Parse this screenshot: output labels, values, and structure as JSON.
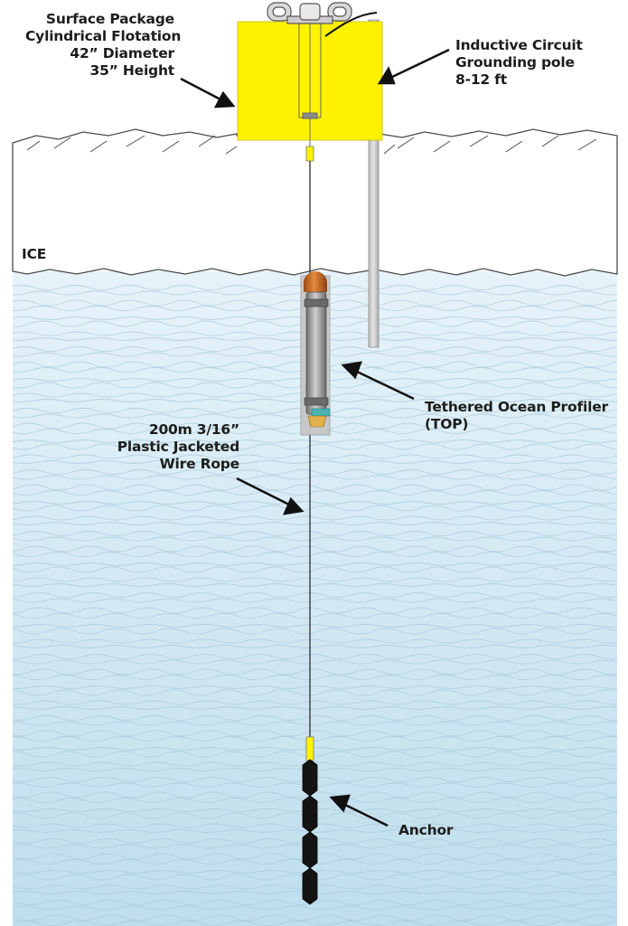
{
  "labels": {
    "surface_package": [
      "Surface Package",
      "Cylindrical Flotation",
      "42” Diameter",
      "35” Height"
    ],
    "grounding_pole": [
      "Inductive Circuit",
      "Grounding pole",
      "8-12 ft"
    ],
    "ice": "ICE",
    "profiler": [
      "Tethered Ocean Profiler",
      "(TOP)"
    ],
    "wire_rope": [
      "200m 3/16”",
      "Plastic Jacketed",
      "Wire Rope"
    ],
    "anchor": "Anchor"
  },
  "colors": {
    "ocean_top": "#e3f1f8",
    "ocean_bottom": "#bcdcec",
    "wave_line": "#a7c7d8",
    "ice": "#ffffff",
    "ice_outline": "#4a4a4a",
    "float_yellow": "#fff200",
    "pole_grey": "#c8c8c8",
    "anchor_black": "#111111",
    "arrow": "#111111"
  }
}
